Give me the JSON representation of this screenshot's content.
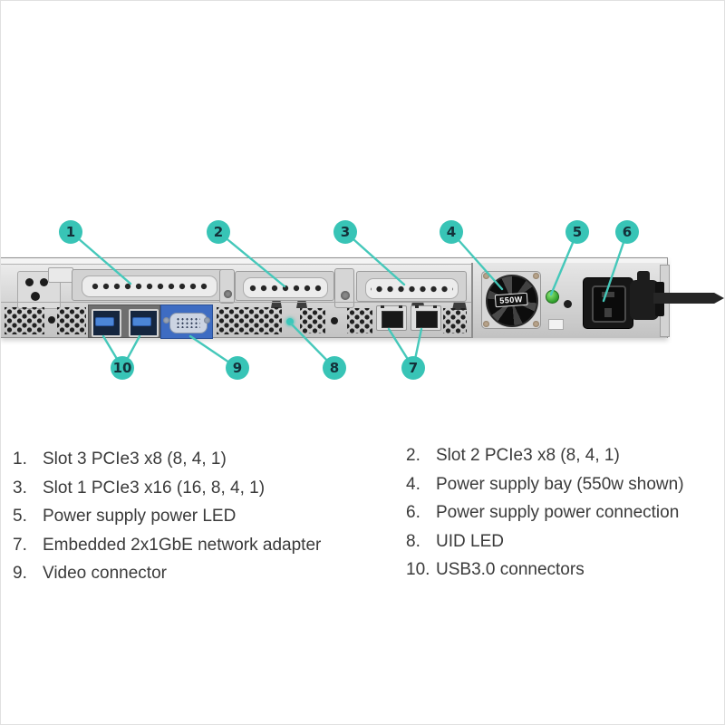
{
  "figure": {
    "accent_teal": "#38c4b6",
    "callouts": [
      "1",
      "2",
      "3",
      "4",
      "5",
      "6",
      "7",
      "8",
      "9",
      "10"
    ],
    "psu_fan_label": "550W",
    "uid_led_color": "#3cc6ba",
    "power_led_color": "#2f9e2b",
    "usb_port_color": "#4b86d8",
    "vga_panel_color": "#3e6cc2"
  },
  "legend": {
    "left": [
      {
        "number": "1.",
        "label": "Slot 3 PCIe3 x8 (8, 4, 1)"
      },
      {
        "number": "3.",
        "label": "Slot 1 PCIe3 x16 (16, 8, 4, 1)"
      },
      {
        "number": "5.",
        "label": "Power supply power LED"
      },
      {
        "number": "7.",
        "label": "Embedded 2x1GbE network adapter"
      },
      {
        "number": "9.",
        "label": "Video connector"
      }
    ],
    "right": [
      {
        "number": "2.",
        "label": "Slot 2 PCIe3 x8 (8, 4, 1)"
      },
      {
        "number": "4.",
        "label": "Power supply bay (550w shown)"
      },
      {
        "number": "6.",
        "label": "Power supply power connection"
      },
      {
        "number": "8.",
        "label": "UID LED"
      },
      {
        "number": "10.",
        "label": "USB3.0 connectors"
      }
    ]
  }
}
